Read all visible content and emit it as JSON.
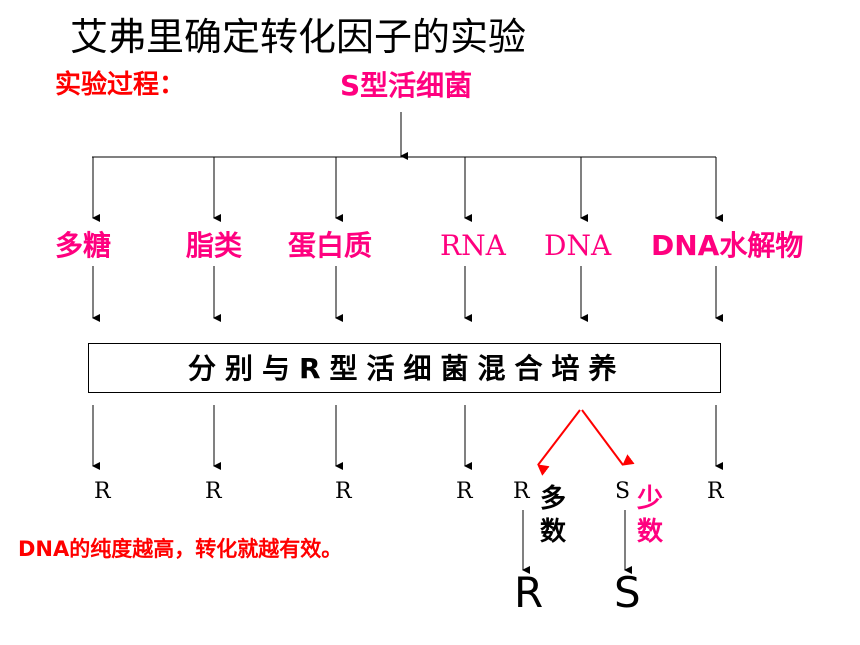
{
  "title": "艾弗里确定转化因子的实验",
  "process_label": "实验过程：",
  "source": "S型活细菌",
  "fractions": [
    "多糖",
    "脂类",
    "蛋白质",
    "RNA",
    "DNA",
    "DNA水解物"
  ],
  "mix_step": "分别与R型活细菌混合培养",
  "results": [
    "R",
    "R",
    "R",
    "R",
    "R",
    "S",
    "R"
  ],
  "dna_outcome": {
    "many_label": "多数",
    "few_label": "少数",
    "final_left": "R",
    "final_right": "S"
  },
  "conclusion": "DNA的纯度越高，转化就越有效。",
  "colors": {
    "pink": "#ff007f",
    "red": "#ff0000",
    "black": "#000000"
  }
}
